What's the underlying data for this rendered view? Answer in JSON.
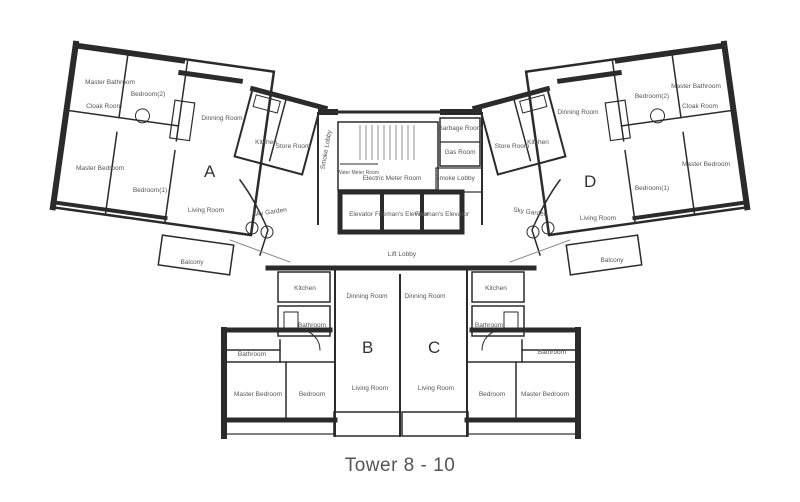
{
  "caption": "Tower 8 - 10",
  "units": {
    "a": "A",
    "b": "B",
    "c": "C",
    "d": "D"
  },
  "core": {
    "smoke_lobby_left": "Smoke Lobby",
    "garbage_room": "Garbage Room",
    "gas_room": "Gas Room",
    "electric_meter_room": "Electric Meter Room",
    "water_meter_room": "Water Meter Room",
    "smoke_lobby_right": "Smoke Lobby",
    "elevator": "Elevator",
    "firemans_elevator_1": "Fireman's Elevator",
    "firemans_elevator_2": "Fireman's Elevator",
    "lift_lobby": "Lift Lobby",
    "sky_garden_left": "Sky Garden",
    "sky_garden_right": "Sky Garden"
  },
  "flat_a": {
    "master_bathroom": "Master Bathroom",
    "cloak_room": "Cloak Room",
    "bedroom2": "Bedroom(2)",
    "dinning_room": "Dinning Room",
    "kitchen": "Kitchen",
    "store_room": "Store Room",
    "master_bedroom": "Master Bedroom",
    "bedroom1": "Bedroom(1)",
    "living_room": "Living Room",
    "balcony": "Balcony"
  },
  "flat_d": {
    "master_bathroom": "Master Bathroom",
    "cloak_room": "Cloak Room",
    "bedroom2": "Bedroom(2)",
    "dinning_room": "Dinning Room",
    "kitchen": "Kitchen",
    "store_room": "Store Room",
    "master_bedroom": "Master Bedroom",
    "bedroom1": "Bedroom(1)",
    "living_room": "Living Room",
    "balcony": "Balcony"
  },
  "flat_b": {
    "kitchen": "Kitchen",
    "dinning_room": "Dinning Room",
    "bathroom1": "Bathroom",
    "bathroom2": "Bathroom",
    "master_bedroom": "Master Bedroom",
    "bedroom": "Bedroom",
    "living_room": "Living Room"
  },
  "flat_c": {
    "kitchen": "Kitchen",
    "dinning_room": "Dinning Room",
    "bathroom1": "Bathroom",
    "bathroom2": "Bathroom",
    "master_bedroom": "Master Bedroom",
    "bedroom": "Bedroom",
    "living_room": "Living Room"
  }
}
